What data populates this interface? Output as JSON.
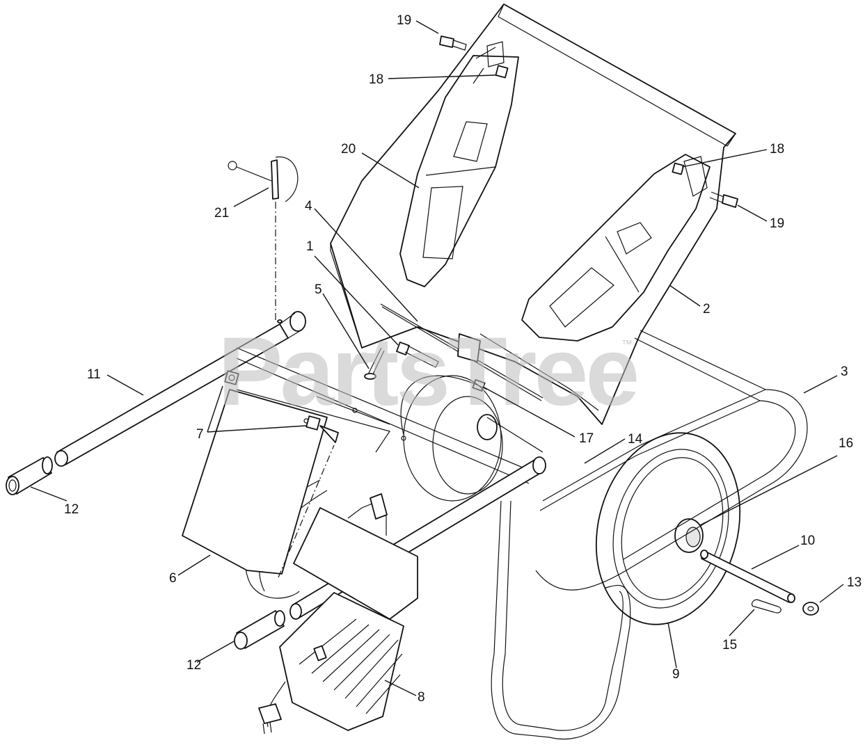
{
  "watermark": {
    "text": "PartsTree",
    "trademark": "™"
  },
  "callouts": [
    {
      "key": "c19a",
      "label": "19"
    },
    {
      "key": "c18a",
      "label": "18"
    },
    {
      "key": "c20",
      "label": "20"
    },
    {
      "key": "c18b",
      "label": "18"
    },
    {
      "key": "c19b",
      "label": "19"
    },
    {
      "key": "c21",
      "label": "21"
    },
    {
      "key": "c4",
      "label": "4"
    },
    {
      "key": "c1",
      "label": "1"
    },
    {
      "key": "c5",
      "label": "5"
    },
    {
      "key": "c2",
      "label": "2"
    },
    {
      "key": "c3",
      "label": "3"
    },
    {
      "key": "c11",
      "label": "11"
    },
    {
      "key": "c7",
      "label": "7"
    },
    {
      "key": "c17",
      "label": "17"
    },
    {
      "key": "c14",
      "label": "14"
    },
    {
      "key": "c16",
      "label": "16"
    },
    {
      "key": "c12a",
      "label": "12"
    },
    {
      "key": "c10",
      "label": "10"
    },
    {
      "key": "c6",
      "label": "6"
    },
    {
      "key": "c13",
      "label": "13"
    },
    {
      "key": "c15",
      "label": "15"
    },
    {
      "key": "c12b",
      "label": "12"
    },
    {
      "key": "c9",
      "label": "9"
    },
    {
      "key": "c8",
      "label": "8"
    }
  ]
}
